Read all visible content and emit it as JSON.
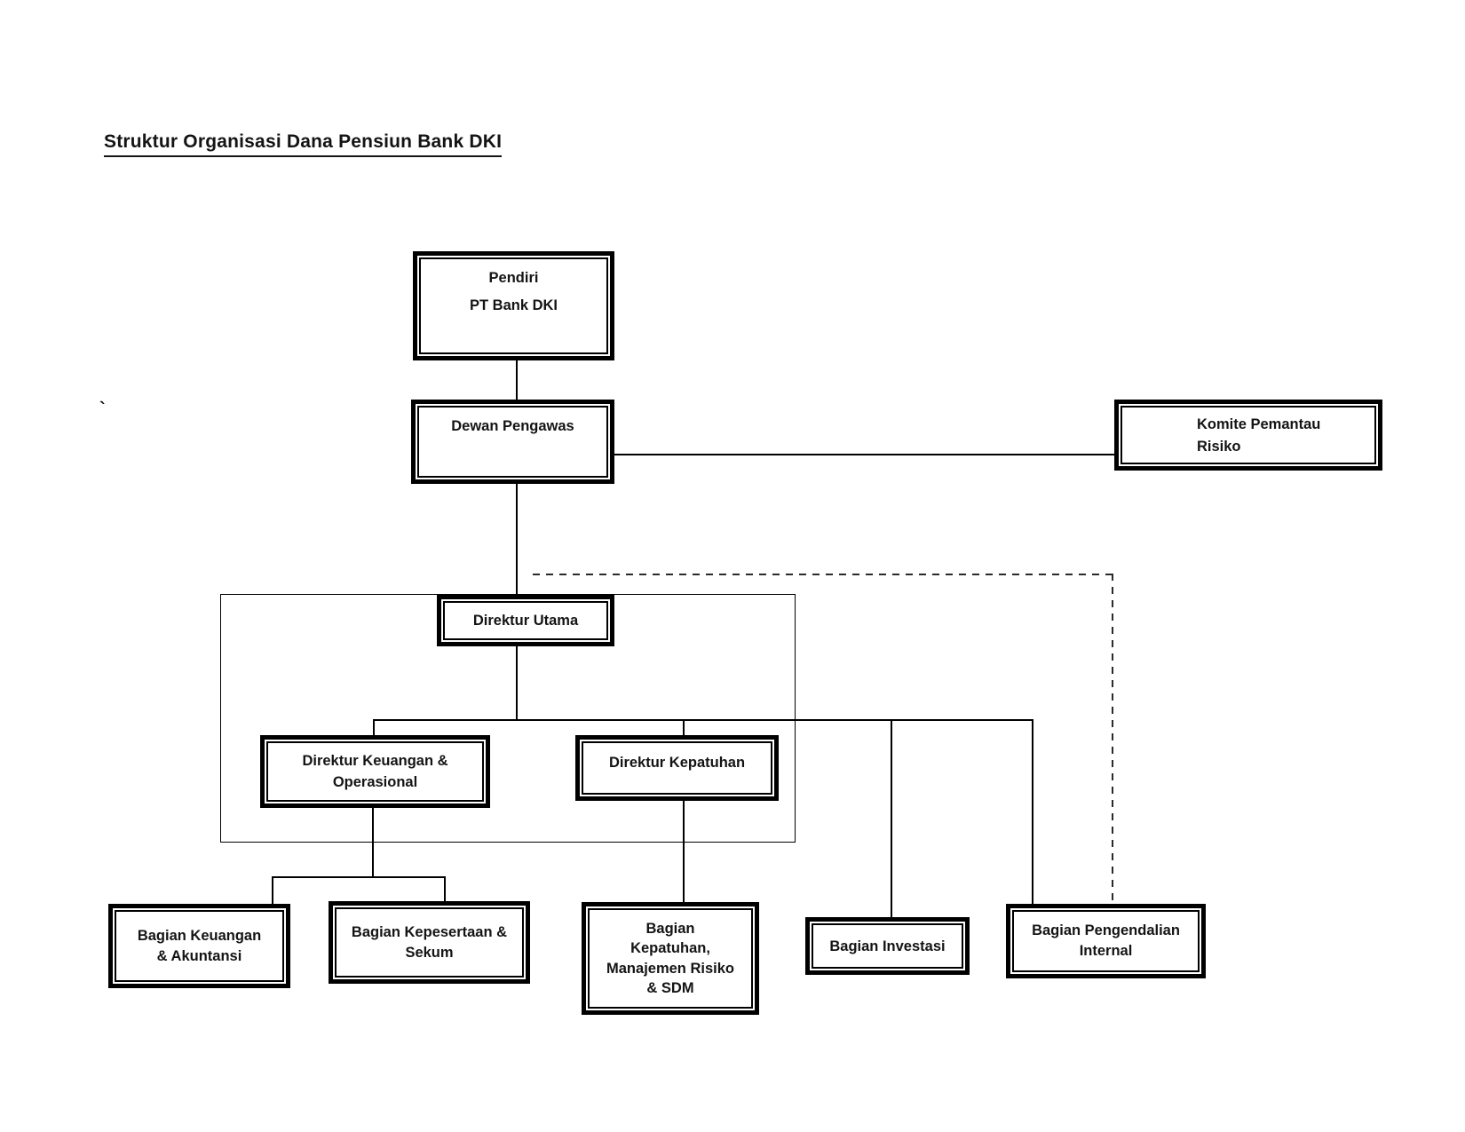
{
  "title": "Struktur Organisasi Dana Pensiun Bank DKI",
  "stray_mark": "`",
  "nodes": {
    "pendiri": {
      "lines": [
        "Pendiri",
        "PT Bank DKI"
      ]
    },
    "dewan_pengawas": {
      "lines": [
        "Dewan Pengawas"
      ]
    },
    "komite_pemantau_risiko": {
      "lines": [
        "Komite Pemantau",
        "Risiko"
      ]
    },
    "direktur_utama": {
      "lines": [
        "Direktur Utama"
      ]
    },
    "direktur_keuangan_operasional": {
      "lines": [
        "Direktur Keuangan &",
        "Operasional"
      ]
    },
    "direktur_kepatuhan": {
      "lines": [
        "Direktur Kepatuhan"
      ]
    },
    "bagian_keuangan_akuntansi": {
      "lines": [
        "Bagian Keuangan",
        "& Akuntansi"
      ]
    },
    "bagian_kepesertaan_sekum": {
      "lines": [
        "Bagian Kepesertaan &",
        "Sekum"
      ]
    },
    "bagian_kepatuhan_manajemen_risiko_sdm": {
      "lines": [
        "Bagian",
        "Kepatuhan,",
        "Manajemen Risiko",
        "& SDM"
      ]
    },
    "bagian_investasi": {
      "lines": [
        "Bagian Investasi"
      ]
    },
    "bagian_pengendalian_internal": {
      "lines": [
        "Bagian Pengendalian",
        "Internal"
      ]
    }
  },
  "colors": {
    "line": "#000000",
    "dashed_line": "#2a2a2a",
    "text": "#141414",
    "background": "#ffffff"
  }
}
